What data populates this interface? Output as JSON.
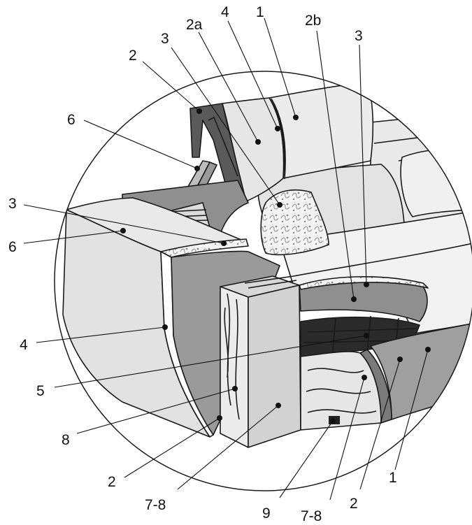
{
  "colors": {
    "outline": "#1a1a1a",
    "fabric_light": "#e6e6e6",
    "fabric_mid": "#cfcfcf",
    "foam_gray": "#9a9a9a",
    "frame_dark": "#4a4a4a",
    "springs_dark": "#2b2b2b",
    "pattern_fill": "#f2f2f2",
    "wood": "#e9e9e9"
  },
  "labels": {
    "arm_fabric": "1",
    "back_fabric": "1",
    "back_frame": "2",
    "back_foam_2a": "2a",
    "back_layer_4": "4",
    "back_layer_3": "3",
    "seat_foam_2b": "2b",
    "seat_padding_3": "3",
    "back_bracket_6": "6",
    "arm_padding_3": "3",
    "arm_cover_6": "6",
    "arm_layer_4": "4",
    "springs_5": "5",
    "wood_8": "8",
    "arm_frame_2": "2",
    "wood_block_78": "7-8",
    "foot_9": "9",
    "base_wood_78": "7-8",
    "base_layer_2": "2",
    "base_fabric_1": "1"
  }
}
